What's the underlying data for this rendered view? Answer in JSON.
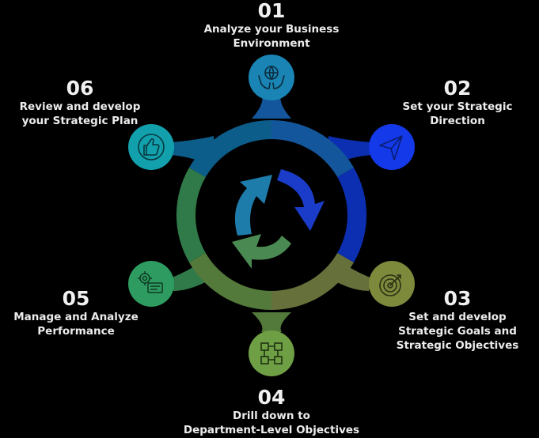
{
  "steps": [
    {
      "number": "01",
      "label_lines": [
        "Analyze your Business",
        "Environment"
      ],
      "icon": "hands-globe-icon",
      "color": "#1a84b4"
    },
    {
      "number": "02",
      "label_lines": [
        "Set your Strategic",
        "Direction"
      ],
      "icon": "paper-plane-icon",
      "color": "#1339e8"
    },
    {
      "number": "03",
      "label_lines": [
        "Set and develop",
        "Strategic Goals and",
        "Strategic Objectives"
      ],
      "icon": "target-icon",
      "color": "#7d8a3c"
    },
    {
      "number": "04",
      "label_lines": [
        "Drill down to",
        "Department-Level Objectives"
      ],
      "icon": "flowchart-icon",
      "color": "#6f9f44"
    },
    {
      "number": "05",
      "label_lines": [
        "Manage and Analyze",
        "Performance"
      ],
      "icon": "gears-screen-icon",
      "color": "#2e9c61"
    },
    {
      "number": "06",
      "label_lines": [
        "Review and develop",
        "your Strategic Plan"
      ],
      "icon": "thumbs-up-icon",
      "color": "#13a0ad"
    }
  ],
  "colors": {
    "background": "#000000",
    "ring_top_left": "#0d5d8a",
    "ring_top": "#14569b",
    "ring_top_right": "#0b2fb0",
    "ring_bottom_right": "#66703a",
    "ring_bottom": "#537a3a",
    "ring_bottom_left": "#2f7a48",
    "arrow_blue": "#1b3cc8",
    "arrow_teal": "#1e7cab",
    "arrow_green": "#4a8a52"
  }
}
